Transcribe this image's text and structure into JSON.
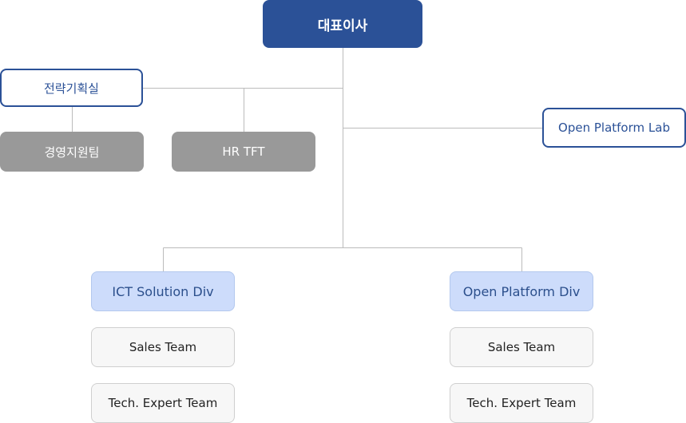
{
  "org": {
    "ceo": "대표이사",
    "strategy": "전략기획실",
    "mgmt_support": "경영지원팀",
    "hr_tft": "HR TFT",
    "lab": "Open Platform Lab",
    "ict_div": "ICT Solution Div",
    "opd_div": "Open Platform Div",
    "ict_teams": [
      "Sales Team",
      "Tech. Expert Team"
    ],
    "opd_teams": [
      "Sales Team",
      "Tech. Expert Team"
    ]
  },
  "colors": {
    "primary": "#2b5197",
    "gray_box": "#999999",
    "division_fill": "#cddcfb",
    "team_fill": "#f7f7f7",
    "connector": "#bbbbbb"
  }
}
